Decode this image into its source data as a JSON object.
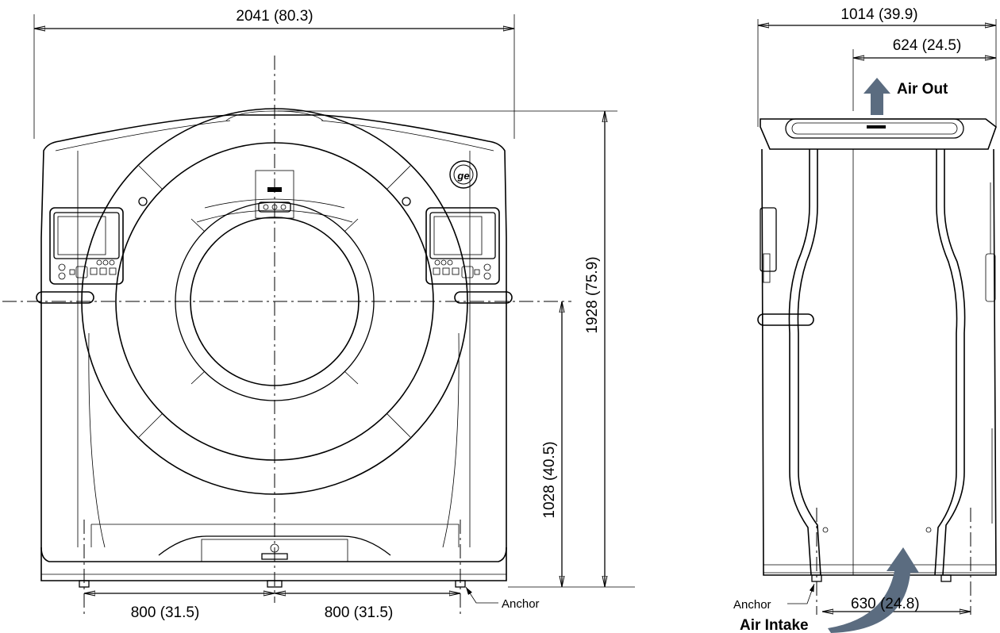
{
  "front_view": {
    "width_dim": "2041 (80.3)",
    "height_dim": "1928 (75.9)",
    "center_height_dim": "1028 (40.5)",
    "left_anchor_dim": "800 (31.5)",
    "right_anchor_dim": "800 (31.5)",
    "anchor_label": "Anchor"
  },
  "side_view": {
    "depth_dim": "1014 (39.9)",
    "rear_offset_dim": "624 (24.5)",
    "anchor_spacing_dim": "630 (24.8)",
    "anchor_label": "Anchor",
    "air_out_label": "Air Out",
    "air_intake_label": "Air Intake",
    "arrow_color": "#5b6c80"
  }
}
